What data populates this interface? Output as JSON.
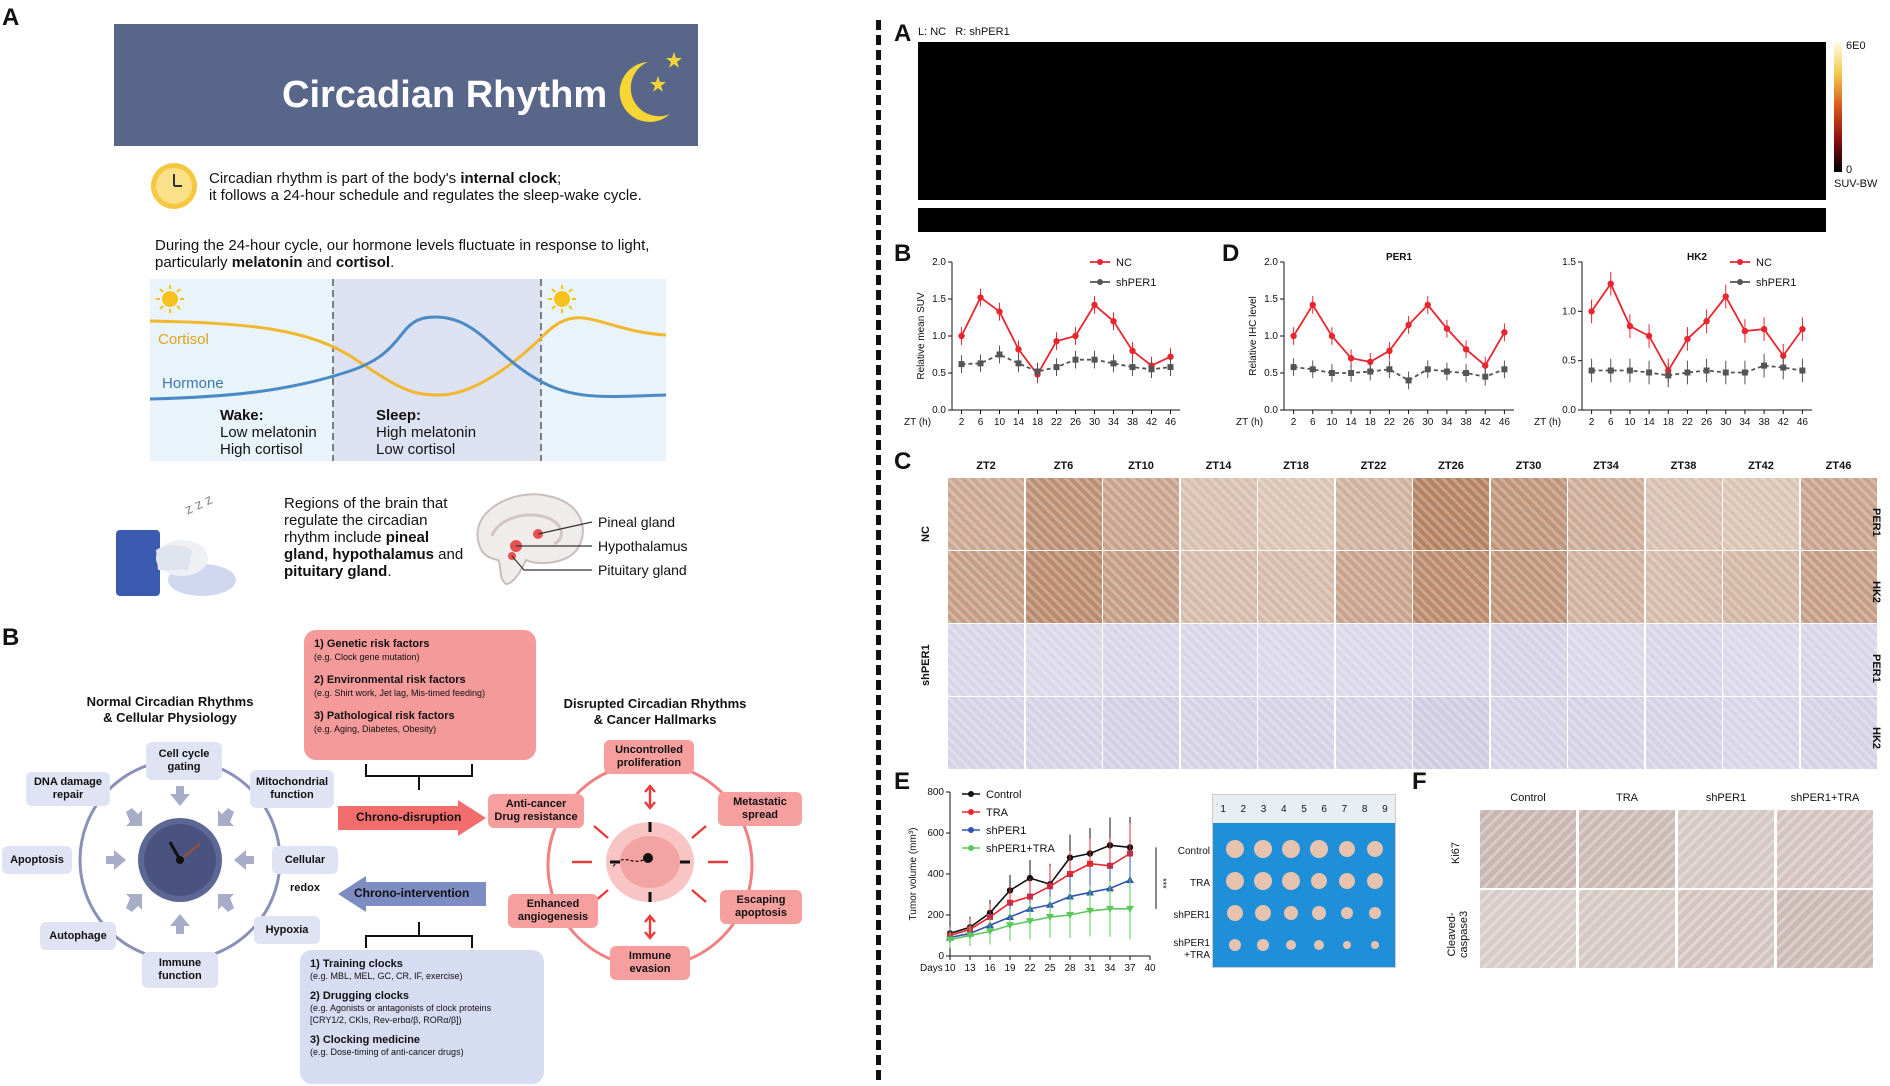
{
  "left": {
    "panelA": {
      "letter": "A",
      "title": "Circadian Rhythm",
      "clock_line1_pre": "Circadian rhythm is part of the body's ",
      "clock_line1_bold": "internal clock",
      "clock_line1_post": ";",
      "clock_line2": "it follows a 24-hour schedule and regulates the sleep-wake cycle.",
      "hormone_line1": "During the 24-hour cycle, our hormone levels fluctuate in response to light,",
      "hormone_line2_pre": "particularly ",
      "hormone_line2_b1": "melatonin",
      "hormone_line2_mid": " and ",
      "hormone_line2_b2": "cortisol",
      "hormone_line2_post": ".",
      "cortisol_label": "Cortisol",
      "hormone_label": "Hormone",
      "wake_title": "Wake:",
      "wake_l1": "Low melatonin",
      "wake_l2": "High cortisol",
      "sleep_title": "Sleep:",
      "sleep_l1": "High melatonin",
      "sleep_l2": "Low cortisol",
      "zzz": "z z z",
      "brain_t1": "Regions of the brain that",
      "brain_t2": "regulate the circadian",
      "brain_t3_pre": "rhythm include ",
      "brain_t3_bold": "pineal",
      "brain_t4_bold": "gland, hypothalamus",
      "brain_t4_post": " and",
      "brain_t5_bold": "pituitary gland",
      "brain_t5_post": ".",
      "pineal": "Pineal gland",
      "hypothalamus": "Hypothalamus",
      "pituitary": "Pituitary gland",
      "colors": {
        "banner": "#58668a",
        "cortisol": "#f2b72e",
        "hormone": "#4a8ac4",
        "day_bg": "#e9f3fa",
        "night_bg": "#dde2f3"
      }
    },
    "panelB": {
      "letter": "B",
      "normal_t1": "Normal Circadian Rhythms",
      "normal_t2": "& Cellular Physiology",
      "disrupted_t1": "Disrupted Circadian Rhythms",
      "disrupted_t2": "& Cancer Hallmarks",
      "normal_nodes": [
        [
          "Cell cycle",
          "gating"
        ],
        [
          "Mitochondrial",
          "function"
        ],
        [
          "Cellular redox"
        ],
        [
          "Hypoxia"
        ],
        [
          "Immune",
          "function"
        ],
        [
          "Autophage"
        ],
        [
          "Apoptosis"
        ],
        [
          "DNA damage",
          "repair"
        ]
      ],
      "cancer_nodes": [
        [
          "Uncontrolled",
          "proliferation"
        ],
        [
          "Metastatic",
          "spread"
        ],
        [
          "Escaping",
          "apoptosis"
        ],
        [
          "Immune",
          "evasion"
        ],
        [
          "Enhanced",
          "angiogenesis"
        ],
        [
          "Anti-cancer",
          "Drug resistance"
        ]
      ],
      "risk_1_title": "1) Genetic risk factors",
      "risk_1_sub": "(e.g. Clock gene mutation)",
      "risk_2_title": "2) Environmental risk factors",
      "risk_2_sub": "(e.g. Shirt work, Jet lag, Mis-timed feeding)",
      "risk_3_title": "3) Pathological risk factors",
      "risk_3_sub": "(e.g. Aging, Diabetes, Obesity)",
      "chrono_disruption": "Chrono-disruption",
      "chrono_intervention": "Chrono-intervention",
      "int_1_title": "1) Training clocks",
      "int_1_sub": "(e.g. MBL, MEL, GC, CR, IF, exercise)",
      "int_2_title": "2) Drugging clocks",
      "int_2_sub1": "(e.g. Agonists or antagonists of clock proteins",
      "int_2_sub2": "[CRY1/2, CKIs,  Rev-erbα/β,  RORα/β])",
      "int_3_title": "3) Clocking medicine",
      "int_3_sub": "(e.g. Dose-timing of anti-cancer drugs)"
    }
  },
  "right": {
    "A": {
      "letter": "A",
      "lr_label": "L: NC   R: shPER1",
      "scale_top": "6E0",
      "scale_bottom": "0",
      "scale_unit": "SUV-BW"
    },
    "B": {
      "letter": "B",
      "chart_data": {
        "type": "line",
        "ylabel": "Relative mean SUV",
        "xlabel": "ZT (h)",
        "x": [
          2,
          6,
          10,
          14,
          18,
          22,
          26,
          30,
          34,
          38,
          42,
          46
        ],
        "ylim": [
          0.0,
          2.0
        ],
        "yticks": [
          "0.0",
          "0.5",
          "1.0",
          "1.5",
          "2.0"
        ],
        "series": [
          {
            "name": "NC",
            "color": "#e8262f",
            "values": [
              1.0,
              1.52,
              1.33,
              0.82,
              0.48,
              0.93,
              1.0,
              1.42,
              1.2,
              0.8,
              0.6,
              0.72
            ]
          },
          {
            "name": "shPER1",
            "color": "#555555",
            "values": [
              0.62,
              0.63,
              0.75,
              0.63,
              0.52,
              0.58,
              0.68,
              0.68,
              0.63,
              0.58,
              0.55,
              0.58
            ]
          }
        ]
      }
    },
    "D": {
      "letter": "D",
      "chart_data": [
        {
          "type": "line",
          "title": "PER1",
          "ylabel": "Relative IHC level",
          "xlabel": "ZT (h)",
          "x": [
            2,
            6,
            10,
            14,
            18,
            22,
            26,
            30,
            34,
            38,
            42,
            46
          ],
          "ylim": [
            0.0,
            2.0
          ],
          "yticks": [
            "0.0",
            "0.5",
            "1.0",
            "1.5",
            "2.0"
          ],
          "series": [
            {
              "name": "NC",
              "color": "#e8262f",
              "values": [
                1.0,
                1.42,
                1.0,
                0.7,
                0.65,
                0.8,
                1.15,
                1.42,
                1.1,
                0.82,
                0.6,
                1.05
              ]
            },
            {
              "name": "shPER1",
              "color": "#555555",
              "values": [
                0.58,
                0.55,
                0.5,
                0.5,
                0.52,
                0.55,
                0.4,
                0.55,
                0.52,
                0.5,
                0.45,
                0.55
              ]
            }
          ]
        },
        {
          "type": "line",
          "title": "HK2",
          "xlabel": "ZT (h)",
          "x": [
            2,
            6,
            10,
            14,
            18,
            22,
            26,
            30,
            34,
            38,
            42,
            46
          ],
          "ylim": [
            0.0,
            1.5
          ],
          "yticks": [
            "0.0",
            "0.5",
            "1.0",
            "1.5"
          ],
          "series": [
            {
              "name": "NC",
              "color": "#e8262f",
              "values": [
                1.0,
                1.28,
                0.85,
                0.75,
                0.4,
                0.72,
                0.9,
                1.15,
                0.8,
                0.82,
                0.55,
                0.82
              ]
            },
            {
              "name": "shPER1",
              "color": "#555555",
              "values": [
                0.4,
                0.4,
                0.4,
                0.38,
                0.35,
                0.38,
                0.4,
                0.38,
                0.38,
                0.45,
                0.43,
                0.4
              ]
            }
          ]
        }
      ]
    },
    "C": {
      "letter": "C",
      "columns": [
        "ZT2",
        "ZT6",
        "ZT10",
        "ZT14",
        "ZT18",
        "ZT22",
        "ZT26",
        "ZT30",
        "ZT34",
        "ZT38",
        "ZT42",
        "ZT46"
      ],
      "group_nc": "NC",
      "group_sh": "shPER1",
      "row_labels": [
        "PER1",
        "HK2",
        "PER1",
        "HK2"
      ]
    },
    "E": {
      "letter": "E",
      "chart_data": {
        "type": "line",
        "ylabel": "Tumor volume (mm³)",
        "xlabel": "Days",
        "x": [
          10,
          13,
          16,
          19,
          22,
          25,
          28,
          31,
          34,
          37,
          40
        ],
        "xticks": [
          "10",
          "13",
          "16",
          "19",
          "22",
          "25",
          "28",
          "31",
          "34",
          "37",
          "40"
        ],
        "ylim": [
          0,
          800
        ],
        "yticks": [
          "0",
          "200",
          "400",
          "600",
          "800"
        ],
        "significance": "***",
        "series": [
          {
            "name": "Control",
            "color": "#111111",
            "values": [
              110,
              140,
              210,
              320,
              380,
              350,
              480,
              500,
              540,
              530
            ]
          },
          {
            "name": "TRA",
            "color": "#e8262f",
            "values": [
              100,
              130,
              190,
              260,
              290,
              340,
              400,
              450,
              440,
              500
            ]
          },
          {
            "name": "shPER1",
            "color": "#2f55b0",
            "values": [
              90,
              110,
              150,
              190,
              230,
              250,
              290,
              310,
              330,
              370
            ]
          },
          {
            "name": "shPER1+TRA",
            "color": "#5ac85a",
            "values": [
              80,
              100,
              120,
              150,
              170,
              190,
              200,
              220,
              230,
              230
            ]
          }
        ]
      },
      "ruler": [
        "1",
        "2",
        "3",
        "4",
        "5",
        "6",
        "7",
        "8",
        "9"
      ],
      "photo_rows": [
        "Control",
        "TRA",
        "shPER1",
        "shPER1",
        "+TRA"
      ]
    },
    "F": {
      "letter": "F",
      "columns": [
        "Control",
        "TRA",
        "shPER1",
        "shPER1+TRA"
      ],
      "row_ki67": "Ki67",
      "row_casp_1": "Cleaved-",
      "row_casp_2": "caspase3"
    }
  }
}
